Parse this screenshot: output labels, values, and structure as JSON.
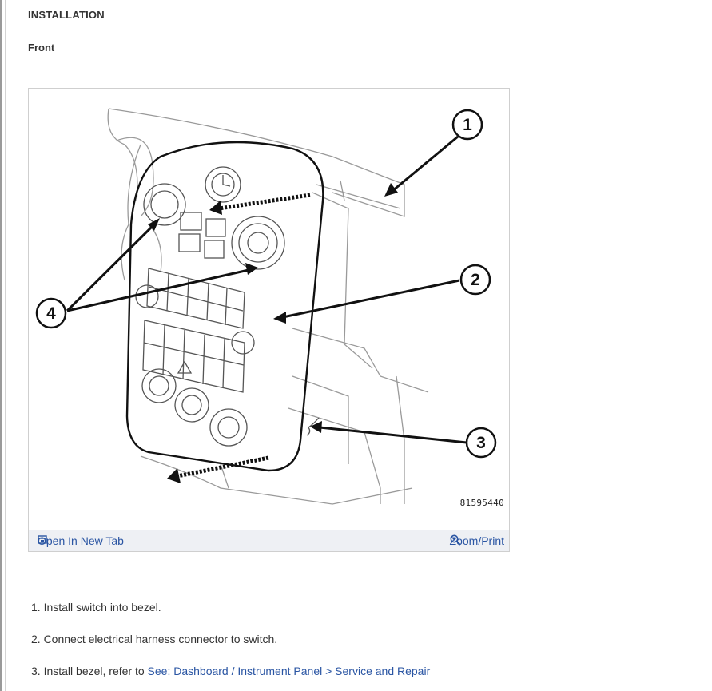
{
  "page": {
    "heading": "INSTALLATION",
    "subheading": "Front"
  },
  "figure": {
    "callouts": [
      "1",
      "2",
      "3",
      "4"
    ],
    "code": "81595440",
    "toolbar": {
      "open_label": "Open In New Tab",
      "open_icon": "open-tab-icon",
      "zoom_label": "Zoom/Print",
      "zoom_icon": "magnifier-icon"
    }
  },
  "steps": [
    {
      "text": "1. Install switch into bezel.",
      "link": ""
    },
    {
      "text": "2. Connect electrical harness connector to switch.",
      "link": ""
    },
    {
      "text": "3. Install bezel, refer to ",
      "link": "See: Dashboard / Instrument Panel > Service and Repair"
    }
  ],
  "colors": {
    "link": "#2a55a3",
    "toolbar_bg": "#eef0f4"
  }
}
